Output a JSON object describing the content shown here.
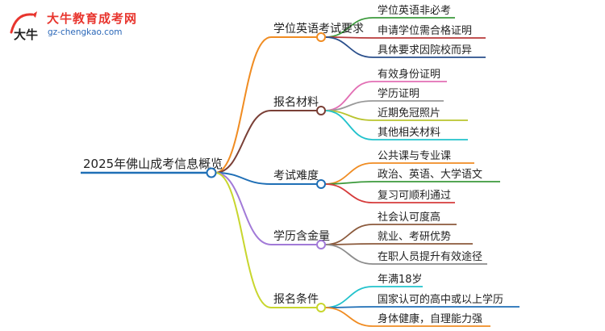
{
  "logo": {
    "title": "大牛教育成考网",
    "url": "gz-chengkao.com",
    "mark_text": "大牛"
  },
  "root": {
    "label": "2025年佛山成考信息概览",
    "color": "#1f6fb6"
  },
  "branches": [
    {
      "label": "学位英语考试要求",
      "color": "#f08c22",
      "children": [
        {
          "label": "学位英语非必考",
          "color": "#3c9a3c"
        },
        {
          "label": "申请学位需合格证明",
          "color": "#b83a3a"
        },
        {
          "label": "具体要求因院校而异",
          "color": "#2a4f8c"
        }
      ]
    },
    {
      "label": "报名材料",
      "color": "#7a3f36",
      "children": [
        {
          "label": "有效身份证明",
          "color": "#e26fb4"
        },
        {
          "label": "学历证明",
          "color": "#999999"
        },
        {
          "label": "近期免冠照片",
          "color": "#b9c42e"
        },
        {
          "label": "其他相关材料",
          "color": "#22c2cc"
        }
      ]
    },
    {
      "label": "考试难度",
      "color": "#1f6fb6",
      "children": [
        {
          "label": "公共课与专业课",
          "color": "#f08c22"
        },
        {
          "label": "政治、英语、大学语文",
          "color": "#3c9a3c"
        },
        {
          "label": "复习可顺利通过",
          "color": "#d63b3b"
        }
      ]
    },
    {
      "label": "学历含金量",
      "color": "#a27ad8",
      "children": [
        {
          "label": "社会认可度高",
          "color": "#8b5a3c"
        },
        {
          "label": "就业、考研优势",
          "color": "#8b5a3c"
        },
        {
          "label": "在职人员提升有效途径",
          "color": "#8c8c8c"
        }
      ]
    },
    {
      "label": "报名条件",
      "color": "#c8d62e",
      "children": [
        {
          "label": "年满18岁",
          "color": "#22c2cc"
        },
        {
          "label": "国家认可的高中或以上学历",
          "color": "#1f6fb6"
        },
        {
          "label": "身体健康，自理能力强",
          "color": "#f08c22"
        }
      ]
    }
  ]
}
